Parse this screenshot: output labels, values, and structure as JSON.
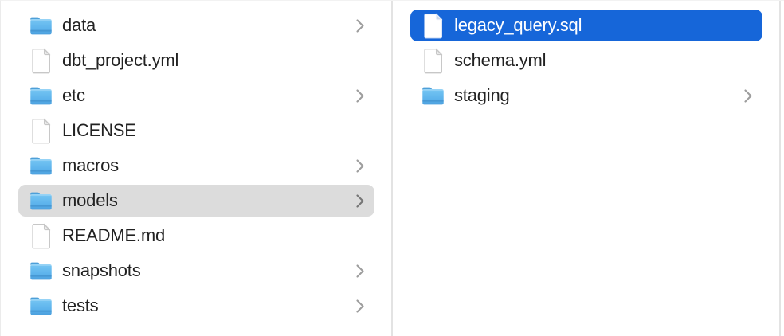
{
  "window": {
    "kind": "finder-column-view"
  },
  "colors": {
    "selection_blue": "#1666d9",
    "selection_gray": "#dcdcdc",
    "text_primary": "#222222",
    "text_selected": "#ffffff",
    "chevron_gray": "#9d9d9d",
    "divider_color": "#e3e3e3",
    "edge_border": "#ebebeb",
    "edge_border_faint": "#f2f2f2",
    "folder_blue_light": "#73c3f1",
    "folder_blue_dark": "#4d9fdd"
  },
  "columns": [
    {
      "name": "left-column",
      "items": [
        {
          "label": "data",
          "type": "folder",
          "chevron": true,
          "selected": "none"
        },
        {
          "label": "dbt_project.yml",
          "type": "file",
          "chevron": false,
          "selected": "none"
        },
        {
          "label": "etc",
          "type": "folder",
          "chevron": true,
          "selected": "none"
        },
        {
          "label": "LICENSE",
          "type": "file",
          "chevron": false,
          "selected": "none"
        },
        {
          "label": "macros",
          "type": "folder",
          "chevron": true,
          "selected": "none"
        },
        {
          "label": "models",
          "type": "folder",
          "chevron": true,
          "selected": "secondary"
        },
        {
          "label": "README.md",
          "type": "file",
          "chevron": false,
          "selected": "none"
        },
        {
          "label": "snapshots",
          "type": "folder",
          "chevron": true,
          "selected": "none"
        },
        {
          "label": "tests",
          "type": "folder",
          "chevron": true,
          "selected": "none"
        }
      ]
    },
    {
      "name": "right-column",
      "items": [
        {
          "label": "legacy_query.sql",
          "type": "file",
          "chevron": false,
          "selected": "primary"
        },
        {
          "label": "schema.yml",
          "type": "file",
          "chevron": false,
          "selected": "none"
        },
        {
          "label": "staging",
          "type": "folder",
          "chevron": true,
          "selected": "none"
        }
      ]
    }
  ]
}
